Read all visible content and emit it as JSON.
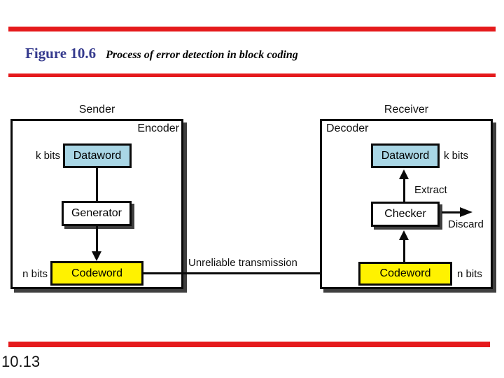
{
  "header": {
    "figure_label": "Figure 10.6",
    "figure_caption": "Process of error detection in block coding"
  },
  "footer": {
    "page_number": "10.13"
  },
  "colors": {
    "accent_red": "#E51A1C",
    "figure_blue": "#363B8E",
    "dataword_fill": "#A9D6E5",
    "codeword_fill": "#FFF200",
    "shadow_gray": "#3F3F3F"
  },
  "diagram": {
    "sender": {
      "title": "Sender",
      "module_label": "Encoder",
      "dataword_label": "Dataword",
      "dataword_bits": "k bits",
      "generator_label": "Generator",
      "codeword_label": "Codeword",
      "codeword_bits": "n bits"
    },
    "receiver": {
      "title": "Receiver",
      "module_label": "Decoder",
      "dataword_label": "Dataword",
      "dataword_bits": "k bits",
      "checker_label": "Checker",
      "extract_label": "Extract",
      "discard_label": "Discard",
      "codeword_label": "Codeword",
      "codeword_bits": "n bits"
    },
    "channel_label": "Unreliable transmission"
  }
}
